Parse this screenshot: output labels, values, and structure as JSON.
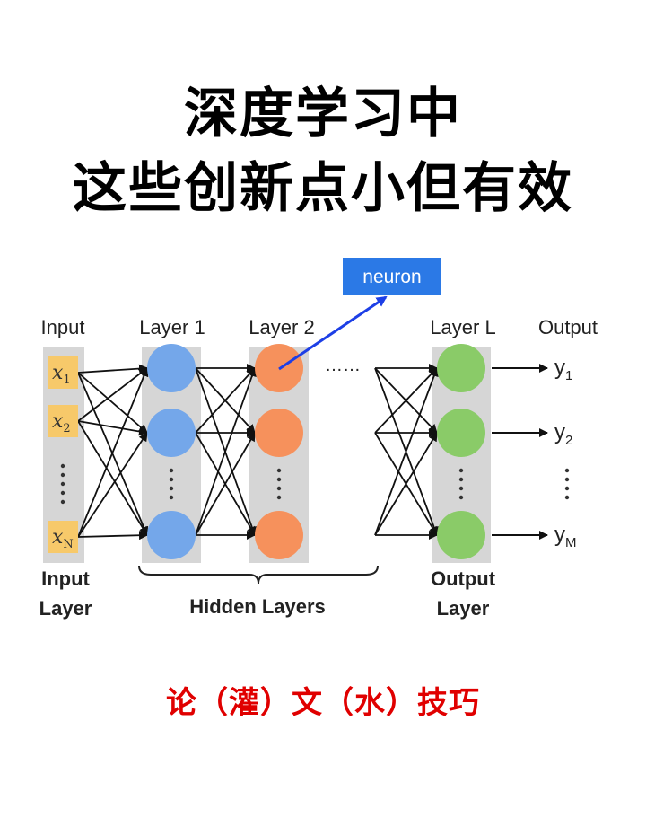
{
  "title": {
    "line1": "深度学习中",
    "line2": "这些创新点小但有效"
  },
  "diagram": {
    "neuron_label": "neuron",
    "layer_headers": {
      "input": "Input",
      "layer1": "Layer 1",
      "layer2": "Layer 2",
      "layerL": "Layer L",
      "output": "Output"
    },
    "ellipsis": "……",
    "inputs": [
      "x",
      "x",
      "x"
    ],
    "input_subscripts": [
      "1",
      "2",
      "N"
    ],
    "outputs": [
      "y",
      "y",
      "y"
    ],
    "output_subscripts": [
      "1",
      "2",
      "M"
    ],
    "bottom_labels": {
      "input_line1": "Input",
      "input_line2": "Layer",
      "hidden": "Hidden Layers",
      "output_line1": "Output",
      "output_line2": "Layer"
    },
    "colors": {
      "layer1": "#74a7ea",
      "layer2": "#f6915c",
      "layerL": "#8acb68",
      "input_box": "#f7c96a",
      "neuron_box": "#2b79e6",
      "arrow": "#1d3fe6"
    }
  },
  "footer": "论（灌）文（水）技巧"
}
